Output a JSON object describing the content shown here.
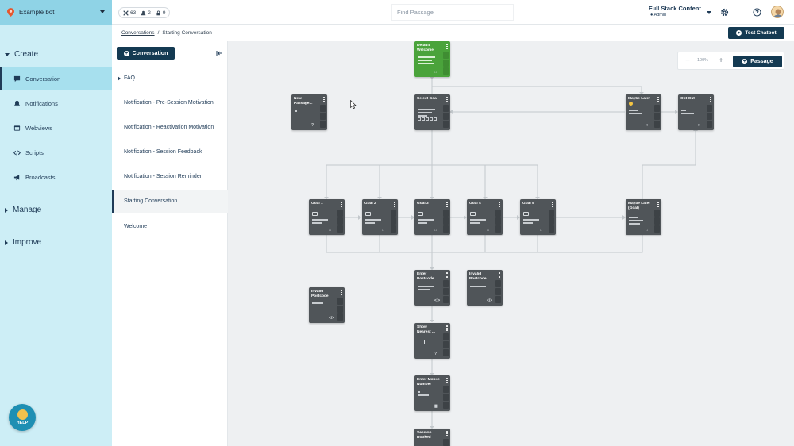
{
  "sidebar": {
    "bot_name": "Example bot",
    "sections": {
      "create": "Create",
      "manage": "Manage",
      "improve": "Improve"
    },
    "items": [
      {
        "label": "Conversation",
        "icon": "chat-icon"
      },
      {
        "label": "Notifications",
        "icon": "bell-icon"
      },
      {
        "label": "Webviews",
        "icon": "window-icon"
      },
      {
        "label": "Scripts",
        "icon": "code-icon"
      },
      {
        "label": "Broadcasts",
        "icon": "megaphone-icon"
      }
    ],
    "help_label": "HELP"
  },
  "topbar": {
    "stats": [
      {
        "icon": "tools-icon",
        "value": "63"
      },
      {
        "icon": "users-icon",
        "value": "2"
      },
      {
        "icon": "lock-icon",
        "value": "9"
      }
    ],
    "search_placeholder": "Find Passage",
    "workspace_name": "Full Stack Content",
    "workspace_role": "Admin"
  },
  "subbar": {
    "breadcrumb": [
      "Conversations",
      "Starting Conversation"
    ],
    "test_button": "Test Chatbot"
  },
  "passage_list": {
    "new_button": "Conversation",
    "items": [
      {
        "label": "FAQ",
        "expandable": true
      },
      {
        "label": "Notification - Pre-Session Motivation"
      },
      {
        "label": "Notification - Reactivation Motivation"
      },
      {
        "label": "Notification - Session Feedback"
      },
      {
        "label": "Notification - Session Reminder"
      },
      {
        "label": "Starting Conversation",
        "active": true
      },
      {
        "label": "Welcome"
      }
    ]
  },
  "canvas": {
    "zoom": "100%",
    "add_passage": "Passage",
    "colors": {
      "node": "#505559",
      "start_node": "#4aa33b",
      "edge": "#c3c8cc",
      "primary": "#143a52"
    },
    "nodes": [
      {
        "id": "default-welcome",
        "title": "Default Welcome",
        "start": true,
        "kind": "chat"
      },
      {
        "id": "new-passage",
        "title": "New Passage...",
        "kind": "help"
      },
      {
        "id": "select-goal",
        "title": "Select Goal",
        "kind": "help"
      },
      {
        "id": "maybe-later",
        "title": "Maybe Later",
        "kind": "chat",
        "emoji": true
      },
      {
        "id": "opt-out",
        "title": "Opt Out",
        "kind": "chat"
      },
      {
        "id": "goal-1",
        "title": "Goal 1",
        "kind": "chat"
      },
      {
        "id": "goal-2",
        "title": "Goal 2",
        "kind": "chat"
      },
      {
        "id": "goal-3",
        "title": "Goal 3",
        "kind": "chat"
      },
      {
        "id": "goal-4",
        "title": "Goal 4",
        "kind": "chat"
      },
      {
        "id": "goal-5",
        "title": "Goal 5",
        "kind": "chat"
      },
      {
        "id": "maybe-later-goal",
        "title": "Maybe Later (Goal)",
        "kind": "chat"
      },
      {
        "id": "enter-postcode",
        "title": "Enter Postcode",
        "kind": "code"
      },
      {
        "id": "invalid-postcode-a",
        "title": "Invalid Postcode",
        "kind": "code"
      },
      {
        "id": "invalid-postcode-b",
        "title": "Invalid Postcode",
        "kind": "code"
      },
      {
        "id": "show-nearest",
        "title": "Show Nearest ...",
        "kind": "help"
      },
      {
        "id": "enter-mobile",
        "title": "Enter Mobile Number",
        "kind": "sms"
      },
      {
        "id": "session-booked",
        "title": "Session Booked",
        "kind": "chat"
      }
    ]
  }
}
